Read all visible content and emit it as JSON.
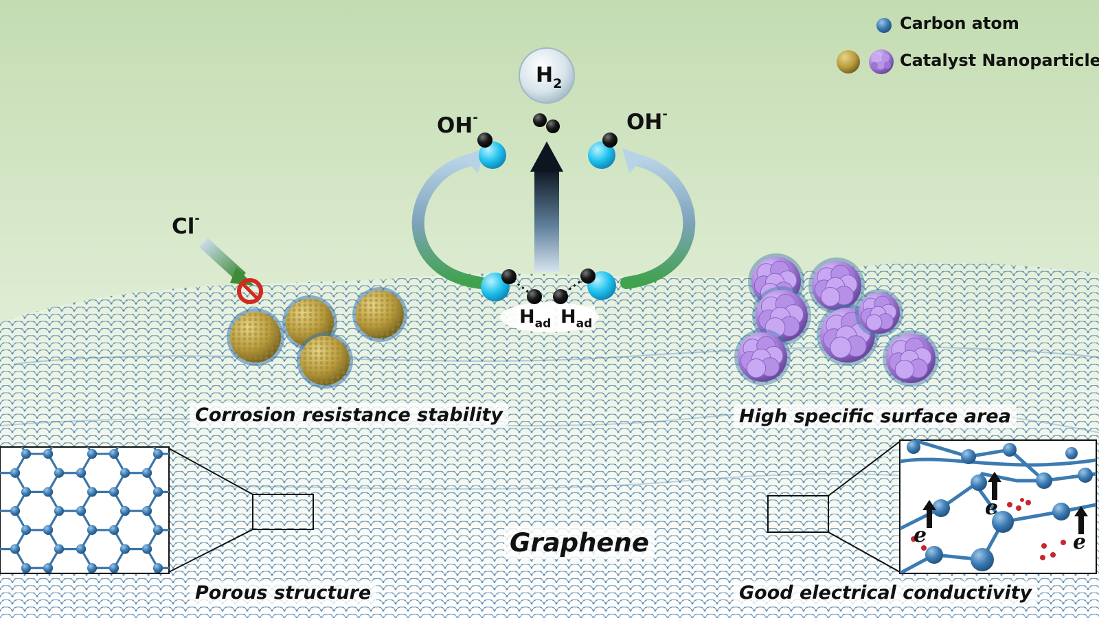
{
  "legend": {
    "carbon_atom": "Carbon atom",
    "catalyst_nanoparticles": "Catalyst Nanoparticles"
  },
  "species": {
    "h2_main": "H",
    "h2_sub": "2",
    "oh_left_main": "OH",
    "oh_left_sup": "-",
    "oh_right_main": "OH",
    "oh_right_sup": "-",
    "cl_main": "Cl",
    "cl_sup": "-",
    "had1_main": "H",
    "had1_sub": "ad",
    "had2_main": "H",
    "had2_sub": "ad",
    "electron": "e"
  },
  "captions": {
    "corrosion": "Corrosion resistance stability",
    "surface": "High specific surface area",
    "porous": "Porous structure",
    "conductivity": "Good electrical conductivity",
    "graphene": "Graphene"
  },
  "colors": {
    "background_top": "#c7deb6",
    "graphene_blue": "#3f78a8",
    "gold_particle": "#b69a3c",
    "purple_particle": "#a77fd6",
    "oxygen_cyan": "#23c3ee",
    "hydrogen_black": "#111111",
    "prohibition_red": "#d22a1f"
  }
}
